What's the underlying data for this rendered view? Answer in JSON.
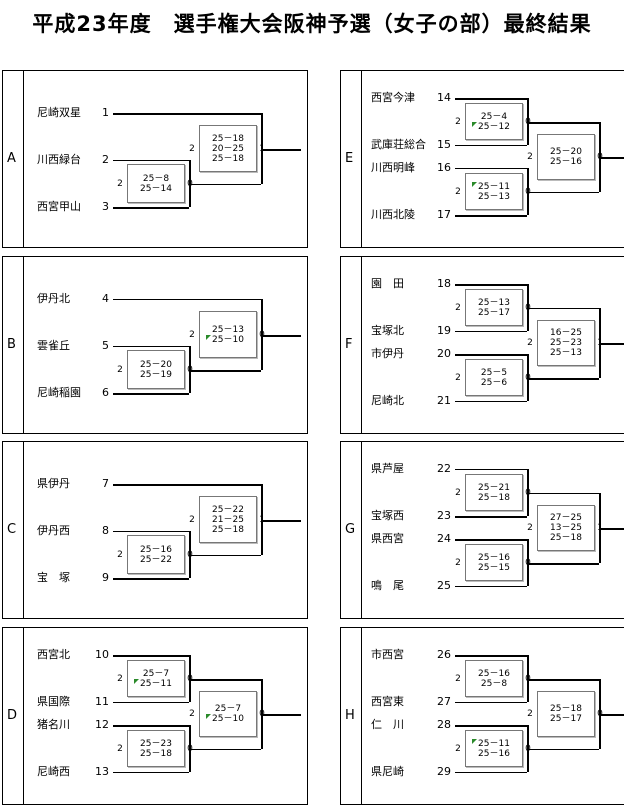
{
  "title": "平成23年度　選手権大会阪神予選（女子の部）最終結果",
  "blocks": [
    {
      "label": "A",
      "entries": [
        {
          "name": "尼崎双星",
          "num": "1"
        },
        {
          "name": "川西緑台",
          "num": "2"
        },
        {
          "name": "西宮甲山",
          "num": "3"
        }
      ],
      "matches": [
        {
          "scores": [
            "25－8",
            "25－14"
          ],
          "left": "2",
          "right": "0"
        },
        {
          "scores": [
            "25－18",
            "20－25",
            "25－18"
          ],
          "left": "2",
          "right": "1"
        }
      ]
    },
    {
      "label": "B",
      "entries": [
        {
          "name": "伊丹北",
          "num": "4"
        },
        {
          "name": "雲雀丘",
          "num": "5"
        },
        {
          "name": "尼崎稲園",
          "num": "6"
        }
      ],
      "matches": [
        {
          "scores": [
            "25－20",
            "25－19"
          ],
          "left": "2",
          "right": "0"
        },
        {
          "scores": [
            "25－13",
            "25－10"
          ],
          "left": "2",
          "right": "0"
        }
      ]
    },
    {
      "label": "C",
      "entries": [
        {
          "name": "県伊丹",
          "num": "7"
        },
        {
          "name": "伊丹西",
          "num": "8"
        },
        {
          "name": "宝　塚",
          "num": "9"
        }
      ],
      "matches": [
        {
          "scores": [
            "25－16",
            "25－22"
          ],
          "left": "2",
          "right": "0"
        },
        {
          "scores": [
            "25－22",
            "21－25",
            "25－18"
          ],
          "left": "2",
          "right": "1"
        }
      ]
    },
    {
      "label": "D",
      "entries": [
        {
          "name": "西宮北",
          "num": "10"
        },
        {
          "name": "県国際",
          "num": "11"
        },
        {
          "name": "猪名川",
          "num": "12"
        },
        {
          "name": "尼崎西",
          "num": "13"
        }
      ],
      "matches": [
        {
          "scores": [
            "25－7",
            "25－11"
          ],
          "left": "2",
          "right": "0"
        },
        {
          "scores": [
            "25－23",
            "25－18"
          ],
          "left": "2",
          "right": "0"
        },
        {
          "scores": [
            "25－7",
            "25－10"
          ],
          "left": "2",
          "right": "0"
        }
      ]
    },
    {
      "label": "E",
      "entries": [
        {
          "name": "西宮今津",
          "num": "14"
        },
        {
          "name": "武庫荘総合",
          "num": "15"
        },
        {
          "name": "川西明峰",
          "num": "16"
        },
        {
          "name": "川西北陵",
          "num": "17"
        }
      ],
      "matches": [
        {
          "scores": [
            "25－4",
            "25－12"
          ],
          "left": "2",
          "right": "0"
        },
        {
          "scores": [
            "25－11",
            "25－13"
          ],
          "left": "2",
          "right": "0"
        },
        {
          "scores": [
            "25－20",
            "25－16"
          ],
          "left": "2",
          "right": "0"
        }
      ]
    },
    {
      "label": "F",
      "entries": [
        {
          "name": "園　田",
          "num": "18"
        },
        {
          "name": "宝塚北",
          "num": "19"
        },
        {
          "name": "市伊丹",
          "num": "20"
        },
        {
          "name": "尼崎北",
          "num": "21"
        }
      ],
      "matches": [
        {
          "scores": [
            "25－13",
            "25－17"
          ],
          "left": "2",
          "right": "0"
        },
        {
          "scores": [
            "25－5",
            "25－6"
          ],
          "left": "2",
          "right": "0"
        },
        {
          "scores": [
            "16－25",
            "25－23",
            "25－13"
          ],
          "left": "2",
          "right": "1"
        }
      ]
    },
    {
      "label": "G",
      "entries": [
        {
          "name": "県芦屋",
          "num": "22"
        },
        {
          "name": "宝塚西",
          "num": "23"
        },
        {
          "name": "県西宮",
          "num": "24"
        },
        {
          "name": "鳴　尾",
          "num": "25"
        }
      ],
      "matches": [
        {
          "scores": [
            "25－21",
            "25－18"
          ],
          "left": "2",
          "right": "0"
        },
        {
          "scores": [
            "25－16",
            "25－15"
          ],
          "left": "2",
          "right": "0"
        },
        {
          "scores": [
            "27－25",
            "13－25",
            "25－18"
          ],
          "left": "2",
          "right": "1"
        }
      ]
    },
    {
      "label": "H",
      "entries": [
        {
          "name": "市西宮",
          "num": "26"
        },
        {
          "name": "西宮東",
          "num": "27"
        },
        {
          "name": "仁　川",
          "num": "28"
        },
        {
          "name": "県尼崎",
          "num": "29"
        }
      ],
      "matches": [
        {
          "scores": [
            "25－16",
            "25－8"
          ],
          "left": "2",
          "right": "0"
        },
        {
          "scores": [
            "25－11",
            "25－16"
          ],
          "left": "2",
          "right": "0"
        },
        {
          "scores": [
            "25－18",
            "25－17"
          ],
          "left": "2",
          "right": "0"
        }
      ]
    }
  ]
}
